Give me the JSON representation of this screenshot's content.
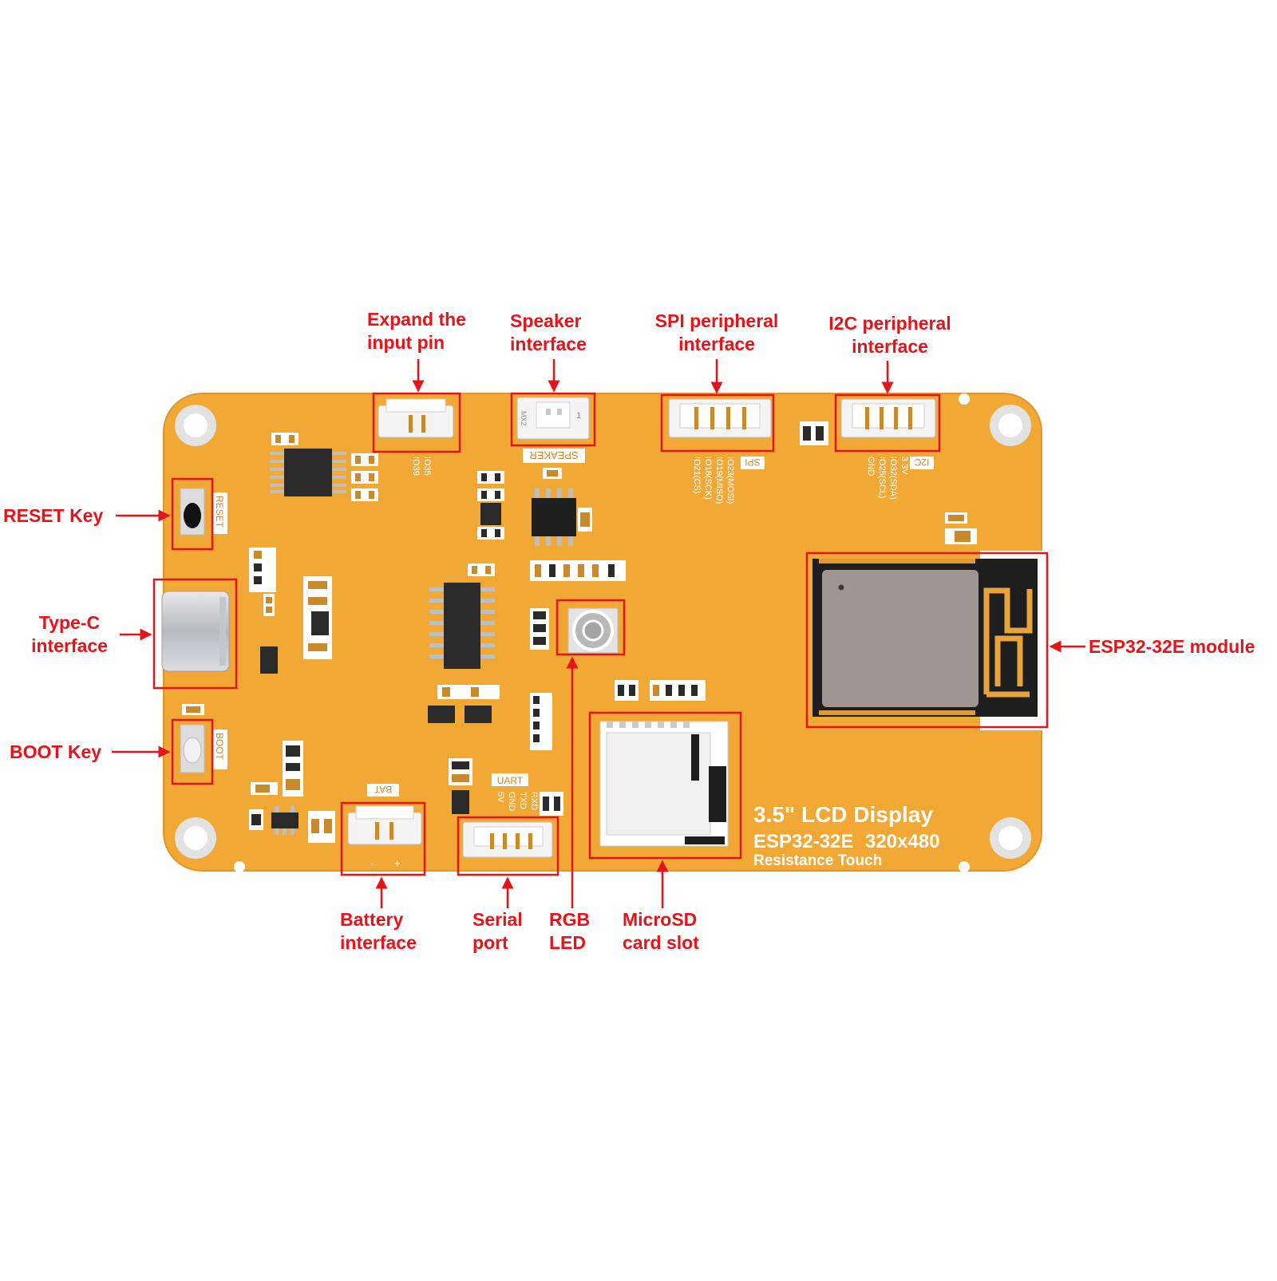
{
  "colors": {
    "board": "#f2a834",
    "board_edge": "#e2952a",
    "pad": "#c98a2c",
    "chip": "#2a2a2a",
    "silkscreen": "#ffffff",
    "callout": "#e4141b",
    "module_shield": "#9e9590",
    "module_body": "#1e1e1e",
    "antenna": "#e8a33a"
  },
  "callouts": {
    "expand_input": {
      "line1": "Expand the",
      "line2": "input pin"
    },
    "speaker": {
      "line1": "Speaker",
      "line2": "interface"
    },
    "spi": {
      "line1": "SPI peripheral",
      "line2": "interface"
    },
    "i2c": {
      "line1": "I2C peripheral",
      "line2": "interface"
    },
    "reset": {
      "line1": "RESET Key"
    },
    "typec": {
      "line1": "Type-C",
      "line2": "interface"
    },
    "boot": {
      "line1": "BOOT Key"
    },
    "esp32": {
      "line1": "ESP32-32E module"
    },
    "battery": {
      "line1": "Battery",
      "line2": "interface"
    },
    "serial": {
      "line1": "Serial",
      "line2": "port"
    },
    "rgb": {
      "line1": "RGB",
      "line2": "LED"
    },
    "microsd": {
      "line1": "MicroSD",
      "line2": "card slot"
    }
  },
  "silkscreen": {
    "speaker": "SPEAKER",
    "spi": "SPI",
    "i2c": "I2C",
    "reset": "RESET",
    "boot": "BOOT",
    "bat": "BAT",
    "uart": "UART",
    "bat_minus": "-",
    "bat_plus": "+",
    "spk_left": "MX2",
    "spk_right": "1",
    "expand_pins": [
      "IO35",
      "IO39"
    ],
    "spi_pins": [
      "IO23(MOSI)",
      "IO19(MISO)",
      "IO18(SCK)",
      "IO21(CS)"
    ],
    "i2c_pins": [
      "3.3V",
      "IO32(SDA)",
      "IO25(SCL)",
      "GND"
    ],
    "uart_pins": [
      "RXD",
      "TXD",
      "GND",
      "5V"
    ]
  },
  "board_label": {
    "title": "3.5\" LCD Display",
    "model": "ESP32-32E",
    "resolution": "320x480",
    "touch": "Resistance Touch"
  }
}
